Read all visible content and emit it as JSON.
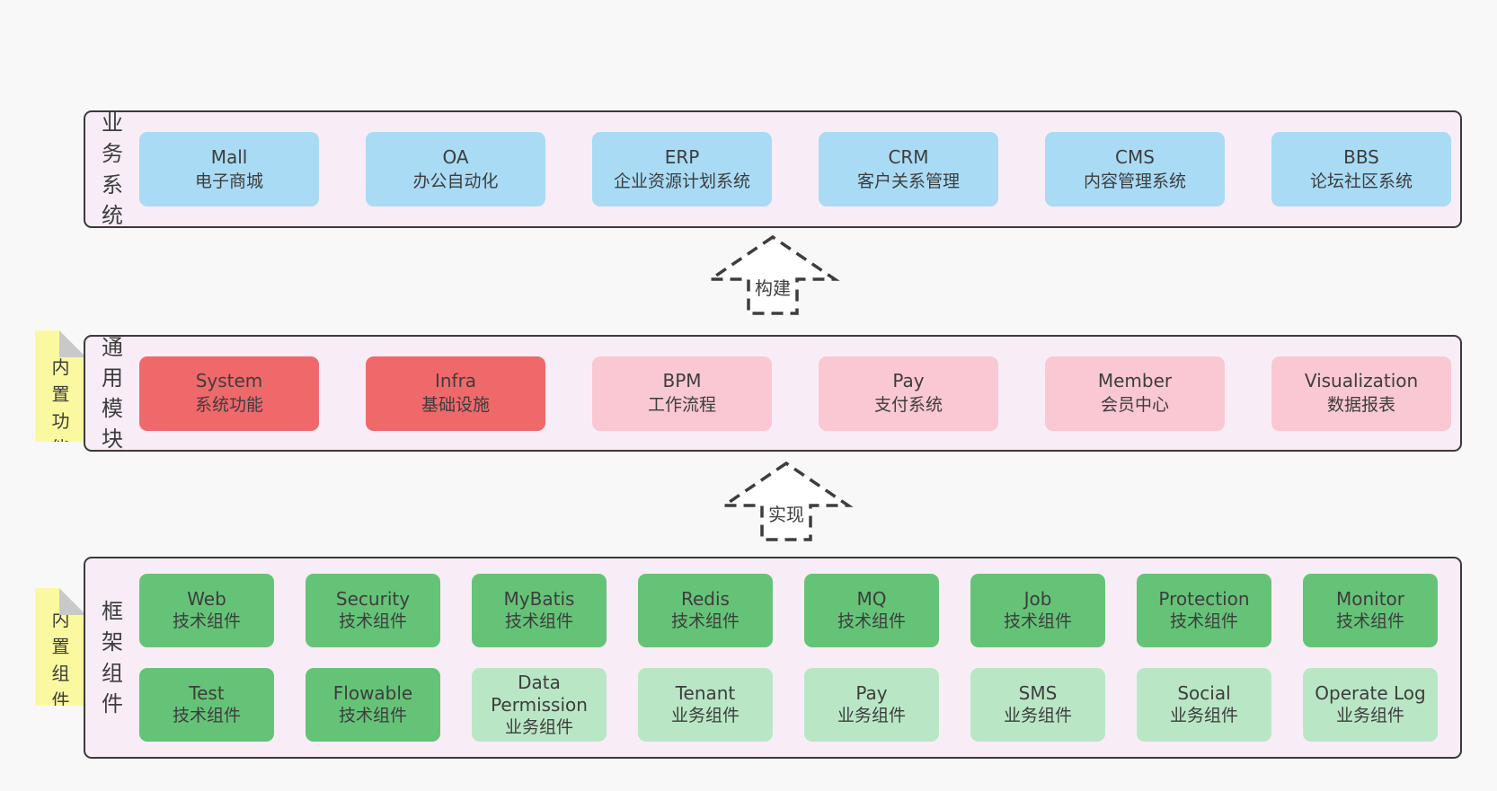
{
  "palette": {
    "page-bg": "#f8f8f8",
    "panel-bg": "#f8edf6",
    "panel-border": "#3a3a3a",
    "box-blue": "#a9dbf5",
    "box-red": "#ef696b",
    "box-pink": "#fac8d2",
    "box-green": "#65c378",
    "box-green-light": "#b9e7c5",
    "tag-yellow": "#fbf99f",
    "fold-gray": "#c9c9c9",
    "text": "#3d3d3d",
    "arrow": "#3d3d3d",
    "arrow-fill": "#ffffff"
  },
  "sections": [
    {
      "label": "业务系统",
      "tag": null,
      "rows": [
        [
          {
            "en": "Mall",
            "zh": "电子商城",
            "type": "blue"
          },
          {
            "en": "OA",
            "zh": "办公自动化",
            "type": "blue"
          },
          {
            "en": "ERP",
            "zh": "企业资源计划系统",
            "type": "blue"
          },
          {
            "en": "CRM",
            "zh": "客户关系管理",
            "type": "blue"
          },
          {
            "en": "CMS",
            "zh": "内容管理系统",
            "type": "blue"
          },
          {
            "en": "BBS",
            "zh": "论坛社区系统",
            "type": "blue"
          }
        ]
      ]
    },
    {
      "label": "通用模块",
      "tag": "内置功能",
      "rows": [
        [
          {
            "en": "System",
            "zh": "系统功能",
            "type": "red"
          },
          {
            "en": "Infra",
            "zh": "基础设施",
            "type": "red"
          },
          {
            "en": "BPM",
            "zh": "工作流程",
            "type": "pink"
          },
          {
            "en": "Pay",
            "zh": "支付系统",
            "type": "pink"
          },
          {
            "en": "Member",
            "zh": "会员中心",
            "type": "pink"
          },
          {
            "en": "Visualization",
            "zh": "数据报表",
            "type": "pink"
          }
        ]
      ]
    },
    {
      "label": "框架组件",
      "tag": "内置组件",
      "rows": [
        [
          {
            "en": "Web",
            "zh": "技术组件",
            "type": "green"
          },
          {
            "en": "Security",
            "zh": "技术组件",
            "type": "green"
          },
          {
            "en": "MyBatis",
            "zh": "技术组件",
            "type": "green"
          },
          {
            "en": "Redis",
            "zh": "技术组件",
            "type": "green"
          },
          {
            "en": "MQ",
            "zh": "技术组件",
            "type": "green"
          },
          {
            "en": "Job",
            "zh": "技术组件",
            "type": "green"
          },
          {
            "en": "Protection",
            "zh": "技术组件",
            "type": "green"
          },
          {
            "en": "Monitor",
            "zh": "技术组件",
            "type": "green"
          }
        ],
        [
          {
            "en": "Test",
            "zh": "技术组件",
            "type": "green"
          },
          {
            "en": "Flowable",
            "zh": "技术组件",
            "type": "green"
          },
          {
            "en": "Data Permission",
            "zh": "业务组件",
            "type": "green-light"
          },
          {
            "en": "Tenant",
            "zh": "业务组件",
            "type": "green-light"
          },
          {
            "en": "Pay",
            "zh": "业务组件",
            "type": "green-light"
          },
          {
            "en": "SMS",
            "zh": "业务组件",
            "type": "green-light"
          },
          {
            "en": "Social",
            "zh": "业务组件",
            "type": "green-light"
          },
          {
            "en": "Operate Log",
            "zh": "业务组件",
            "type": "green-light"
          }
        ]
      ]
    }
  ],
  "arrows": [
    {
      "label": "构建"
    },
    {
      "label": "实现"
    }
  ]
}
